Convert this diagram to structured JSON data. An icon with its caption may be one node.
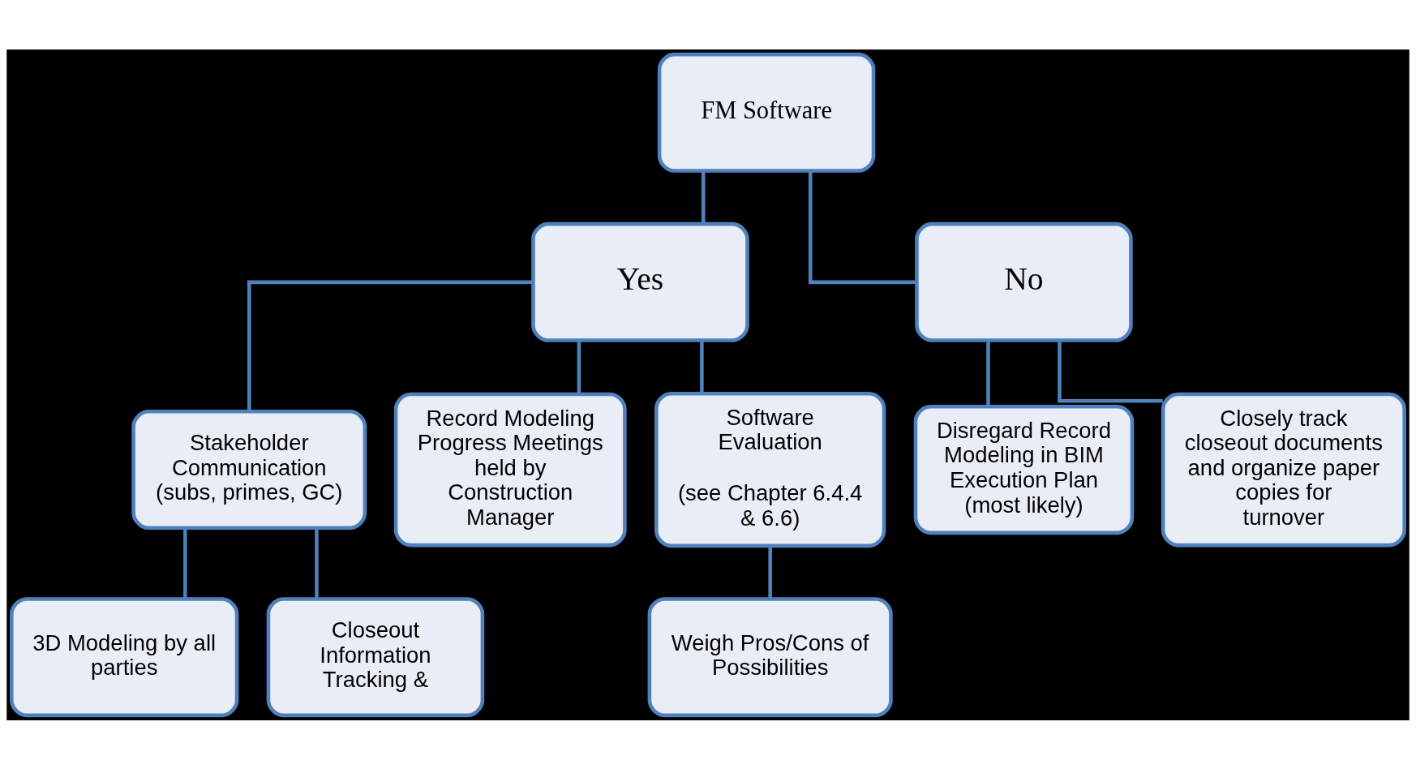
{
  "diagram": {
    "nodes": [
      {
        "text": [
          "FM Software"
        ]
      },
      {
        "text": [
          "Yes"
        ]
      },
      {
        "text": [
          "No"
        ]
      },
      {
        "text": [
          "Stakeholder Communication (subs, primes, GC)"
        ]
      },
      {
        "text": [
          "Record Modeling Progress Meetings held by Construction Manager"
        ]
      },
      {
        "text": [
          "Software Evaluation",
          "(see Chapter 6.4.4 & 6.6)"
        ]
      },
      {
        "text": [
          "Disregard Record Modeling in BIM Execution Plan (most likely)"
        ]
      },
      {
        "text": [
          "Closely track closeout documents and organize paper copies for turnover"
        ]
      },
      {
        "text": [
          "3D Modeling by all parties"
        ]
      },
      {
        "text": [
          "Closeout Information Tracking &"
        ]
      },
      {
        "text": [
          "Weigh Pros/Cons of Possibilities"
        ]
      }
    ],
    "edges": [
      {
        "from": 0,
        "to": 1,
        "arrow": "none"
      },
      {
        "from": 0,
        "to": 2,
        "arrow": "none"
      },
      {
        "from": 1,
        "to": 3,
        "arrow": "none"
      },
      {
        "from": 1,
        "to": 4,
        "arrow": "none"
      },
      {
        "from": 1,
        "to": 5,
        "arrow": "none"
      },
      {
        "from": 2,
        "to": 6,
        "arrow": "none"
      },
      {
        "from": 2,
        "to": 7,
        "arrow": "none"
      },
      {
        "from": 3,
        "to": 8,
        "arrow": "none"
      },
      {
        "from": 3,
        "to": 9,
        "arrow": "none"
      },
      {
        "from": 5,
        "to": 10,
        "arrow": "none"
      }
    ]
  }
}
